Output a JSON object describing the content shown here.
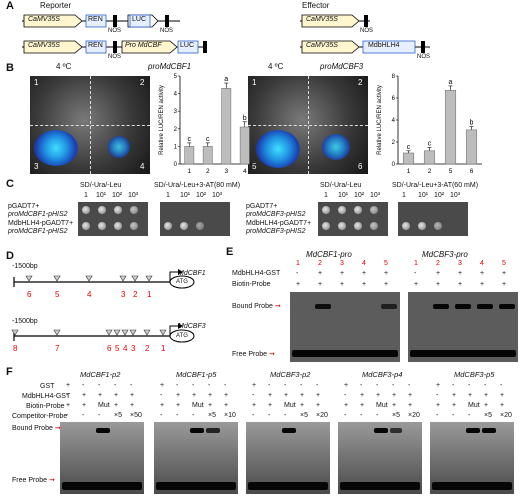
{
  "panels": {
    "A": "A",
    "B": "B",
    "C": "C",
    "D": "D",
    "E": "E",
    "F": "F"
  },
  "A": {
    "reporter_title": "Reporter",
    "effector_title": "Effector",
    "camv": "CaMV35S",
    "ren": "REN",
    "luc_row1": "LUC",
    "pro": "Pro MdCBF",
    "luc_row2": "LUC",
    "nos": "NOS",
    "mdbhlh4": "MdbHLH4"
  },
  "B": {
    "left_temp": "4 ºC",
    "left_title": "proMdCBF1",
    "right_temp": "4 ºC",
    "right_title": "proMdCBF3",
    "left_quadrants": [
      "1",
      "2",
      "3",
      "4"
    ],
    "right_quadrants": [
      "1",
      "2",
      "5",
      "6"
    ],
    "ylabel": "Relative LUC/REN activity"
  },
  "chart_data": [
    {
      "type": "bar",
      "categories": [
        "1",
        "2",
        "3",
        "4"
      ],
      "values": [
        1.0,
        1.0,
        4.3,
        2.1
      ],
      "errors": [
        0.2,
        0.2,
        0.3,
        0.3
      ],
      "letters": [
        "c",
        "c",
        "a",
        "b"
      ],
      "ylabel": "Relative LUC/REN activity",
      "ylim": [
        0,
        5
      ],
      "yticks": [
        "0",
        "1",
        "2",
        "3",
        "4",
        "5"
      ]
    },
    {
      "type": "bar",
      "categories": [
        "1",
        "2",
        "5",
        "6"
      ],
      "values": [
        1.0,
        1.2,
        6.7,
        3.1
      ],
      "errors": [
        0.2,
        0.3,
        0.4,
        0.3
      ],
      "letters": [
        "c",
        "c",
        "a",
        "b"
      ],
      "ylabel": "Relative LUC/REN activity",
      "ylim": [
        0,
        8
      ],
      "yticks": [
        "0",
        "2",
        "4",
        "6",
        "8"
      ]
    }
  ],
  "C": {
    "left_head1": "SD/-Ura/-Leu",
    "left_head2": "SD/-Ura/-Leu+3-AT(80 mM)",
    "right_head1": "SD/-Ura/-Leu",
    "right_head2": "SD/-Ura/-Leu+3-AT(60 mM)",
    "dilutions": [
      "1",
      "10¹",
      "10²",
      "10³"
    ],
    "left_row1a": "pGADT7+",
    "left_row1b": "proMdCBF1-pHIS2",
    "left_row2a": "MdbHLH4-pGADT7+",
    "left_row2b": "proMdCBF1-pHIS2",
    "right_row1a": "pGADT7+",
    "right_row1b": "proMdCBF3-pHIS2",
    "right_row2a": "MdbHLH4-pGADT7+",
    "right_row2b": "proMdCBF3-pHIS2"
  },
  "D": {
    "bp1": "-1500bp",
    "gene1": "MdCBF1",
    "sites1": [
      "6",
      "5",
      "4",
      "3",
      "2",
      "1"
    ],
    "bp2": "-1500bp",
    "gene2": "MdCBF3",
    "sites2": [
      "8",
      "7",
      "6",
      "5",
      "4",
      "3",
      "2",
      "1"
    ],
    "atg": "ATG"
  },
  "E": {
    "title1": "MdCBF1-pro",
    "title2": "MdCBF3-pro",
    "lanes": [
      "1",
      "2",
      "3",
      "4",
      "5"
    ],
    "row_gst": "MdbHLH4-GST",
    "row_probe": "Biotin-Probe",
    "gst_left": [
      "-",
      "+",
      "+",
      "+",
      "+"
    ],
    "probe_left": [
      "+",
      "+",
      "+",
      "+",
      "+"
    ],
    "gst_right": [
      "-",
      "+",
      "+",
      "+",
      "+"
    ],
    "probe_right": [
      "+",
      "+",
      "+",
      "+",
      "+"
    ],
    "bound": "Bound Probe",
    "free": "Free Probe"
  },
  "F": {
    "titles": [
      "MdCBF1-p2",
      "MdCBF1-p5",
      "MdCBF3-p2",
      "MdCBF3-p4",
      "MdCBF3-p5"
    ],
    "row_labels": [
      "GST",
      "MdbHLH4-GST",
      "Biotin-Probe",
      "Competitor-Probe"
    ],
    "gst": [
      "+",
      "-",
      "-",
      "-",
      "-"
    ],
    "hlh": [
      "-",
      "+",
      "+",
      "+",
      "+"
    ],
    "probe": [
      "+",
      "+",
      "Mut",
      "+",
      "+"
    ],
    "comp_1": [
      "-",
      "-",
      "-",
      "×5",
      "×50"
    ],
    "comp_2": [
      "-",
      "-",
      "-",
      "×5",
      "×10"
    ],
    "comp_3": [
      "-",
      "-",
      "-",
      "×5",
      "×20"
    ],
    "comp_4": [
      "-",
      "-",
      "-",
      "×5",
      "×20"
    ],
    "comp_5": [
      "-",
      "-",
      "-",
      "×5",
      "×20"
    ],
    "bound": "Bound Probe",
    "free": "Free Probe"
  }
}
